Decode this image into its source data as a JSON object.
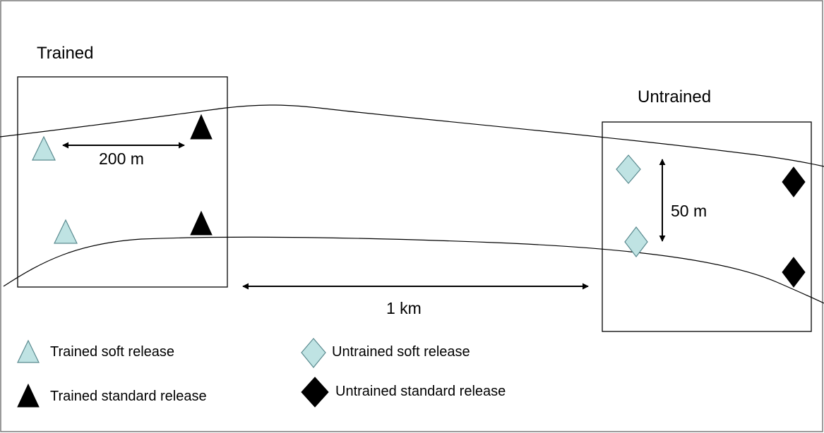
{
  "frame": {
    "stroke": "#7a7a7a",
    "background": "#ffffff"
  },
  "sites": [
    {
      "id": "trained",
      "label": "Trained"
    },
    {
      "id": "untrained",
      "label": "Untrained"
    }
  ],
  "measurements": {
    "trained_spacing": "200 m",
    "untrained_spacing": "50 m",
    "between_sites": "1 km"
  },
  "legend": [
    {
      "marker": "triangle-icon",
      "fill": "#bfe3e3",
      "label": "Trained soft release"
    },
    {
      "marker": "triangle-icon",
      "fill": "#000000",
      "label": "Trained standard release"
    },
    {
      "marker": "diamond-icon",
      "fill": "#bfe3e3",
      "label": "Untrained soft release"
    },
    {
      "marker": "diamond-icon",
      "fill": "#000000",
      "label": "Untrained standard release"
    }
  ],
  "colors": {
    "soft_release": "#bfe3e3",
    "standard_release": "#000000",
    "marker_outline": "#5a8a8f",
    "line": "#000000"
  }
}
